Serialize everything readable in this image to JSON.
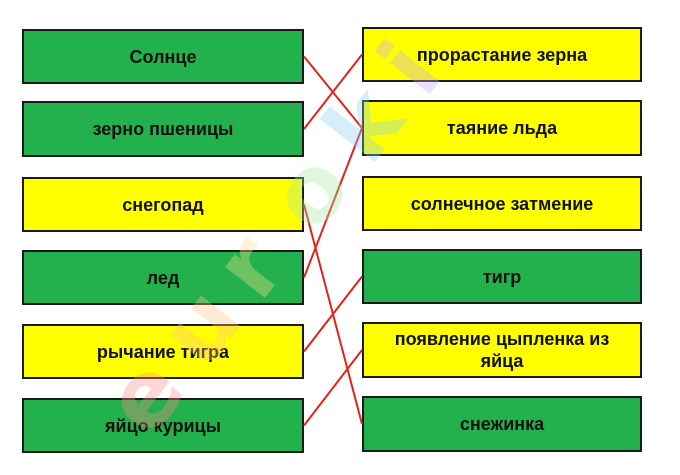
{
  "left_items": [
    {
      "label": "Солнце",
      "color": "#22b14c"
    },
    {
      "label": "зерно пшеницы",
      "color": "#22b14c"
    },
    {
      "label": "снегопад",
      "color": "#ffff00"
    },
    {
      "label": "лед",
      "color": "#22b14c"
    },
    {
      "label": "рычание тигра",
      "color": "#ffff00"
    },
    {
      "label": "яйцо курицы",
      "color": "#22b14c"
    }
  ],
  "right_items": [
    {
      "label": "прорастание зерна",
      "color": "#ffff00"
    },
    {
      "label": "таяние льда",
      "color": "#ffff00"
    },
    {
      "label": "солнечное затмение",
      "color": "#ffff00"
    },
    {
      "label": "тигр",
      "color": "#22b14c"
    },
    {
      "label": "появление цыпленка из яйца",
      "color": "#ffff00"
    },
    {
      "label": "снежинка",
      "color": "#22b14c"
    }
  ],
  "connections": [
    {
      "from": 0,
      "to": 1
    },
    {
      "from": 1,
      "to": 0
    },
    {
      "from": 2,
      "to": 5
    },
    {
      "from": 3,
      "to": 1
    },
    {
      "from": 4,
      "to": 3
    },
    {
      "from": 5,
      "to": 4
    }
  ],
  "line_color": "#e2231a",
  "watermark": {
    "letters": [
      "e",
      "u",
      "r",
      "o",
      "k",
      "i"
    ],
    "colors": [
      "#ff8a8a",
      "#ffc48a",
      "#ffe08a",
      "#a8e6a0",
      "#8ad0f0",
      "#c9a8f0"
    ]
  }
}
